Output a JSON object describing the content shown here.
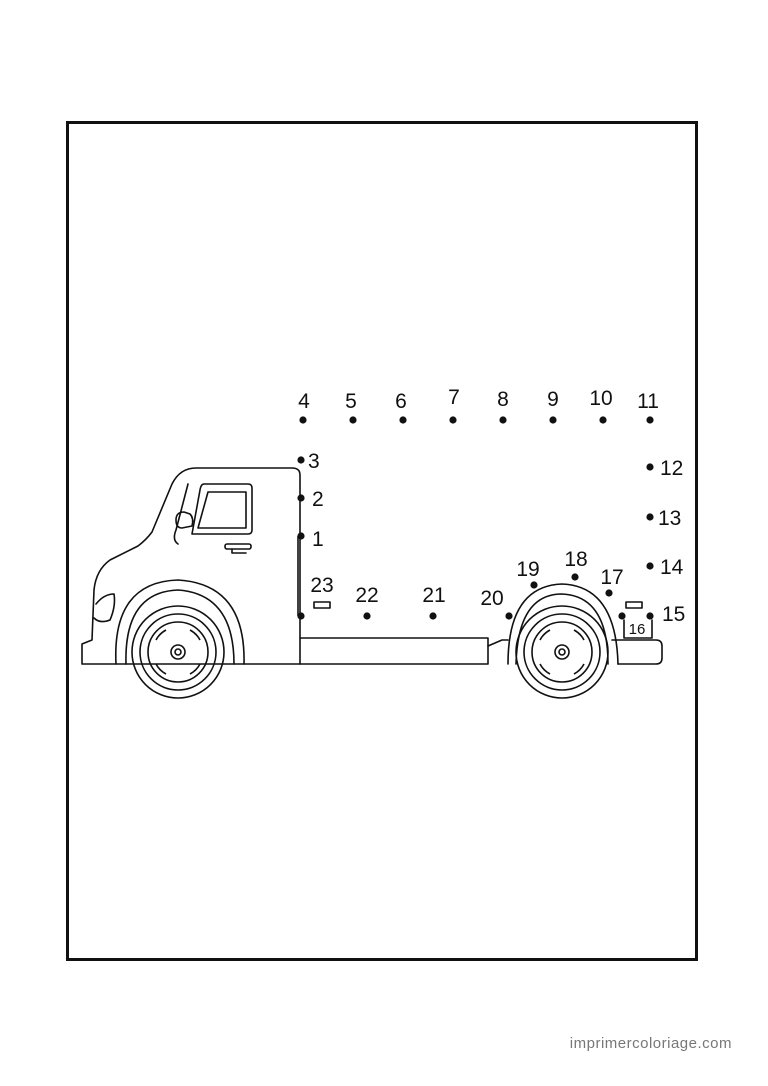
{
  "website": "imprimercoloriage.com",
  "colors": {
    "line": "#111111",
    "watermark": "#777777",
    "background": "#ffffff"
  },
  "puzzle": {
    "type": "connect-the-dots",
    "subject_icon": "truck-icon",
    "dots": [
      {
        "n": "1"
      },
      {
        "n": "2"
      },
      {
        "n": "3"
      },
      {
        "n": "4"
      },
      {
        "n": "5"
      },
      {
        "n": "6"
      },
      {
        "n": "7"
      },
      {
        "n": "8"
      },
      {
        "n": "9"
      },
      {
        "n": "10"
      },
      {
        "n": "11"
      },
      {
        "n": "12"
      },
      {
        "n": "13"
      },
      {
        "n": "14"
      },
      {
        "n": "15"
      },
      {
        "n": "16"
      },
      {
        "n": "17"
      },
      {
        "n": "18"
      },
      {
        "n": "19"
      },
      {
        "n": "20"
      },
      {
        "n": "21"
      },
      {
        "n": "22"
      },
      {
        "n": "23"
      }
    ]
  }
}
